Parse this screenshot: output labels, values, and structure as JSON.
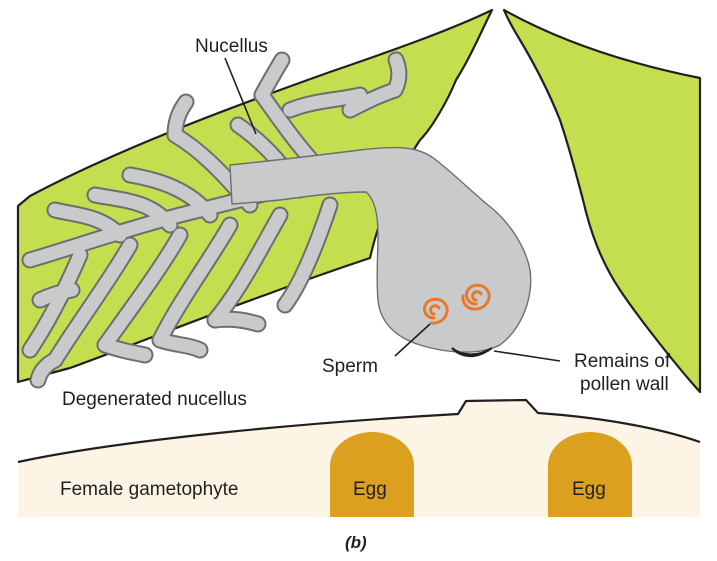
{
  "figure": {
    "caption": "(b)",
    "labels": {
      "nucellus": "Nucellus",
      "degenerated_nucellus": "Degenerated nucellus",
      "sperm": "Sperm",
      "pollen_wall_line1": "Remains of",
      "pollen_wall_line2": "pollen wall",
      "female_gametophyte": "Female gametophyte",
      "egg_left": "Egg",
      "egg_right": "Egg"
    },
    "colors": {
      "nucellus_green": "#c3de4f",
      "pollen_tube_gray": "#c9cacb",
      "gametophyte_cream": "#fcf5e6",
      "egg_orange": "#dca021",
      "sperm_orange": "#e8792a",
      "outline": "#231f20"
    }
  }
}
